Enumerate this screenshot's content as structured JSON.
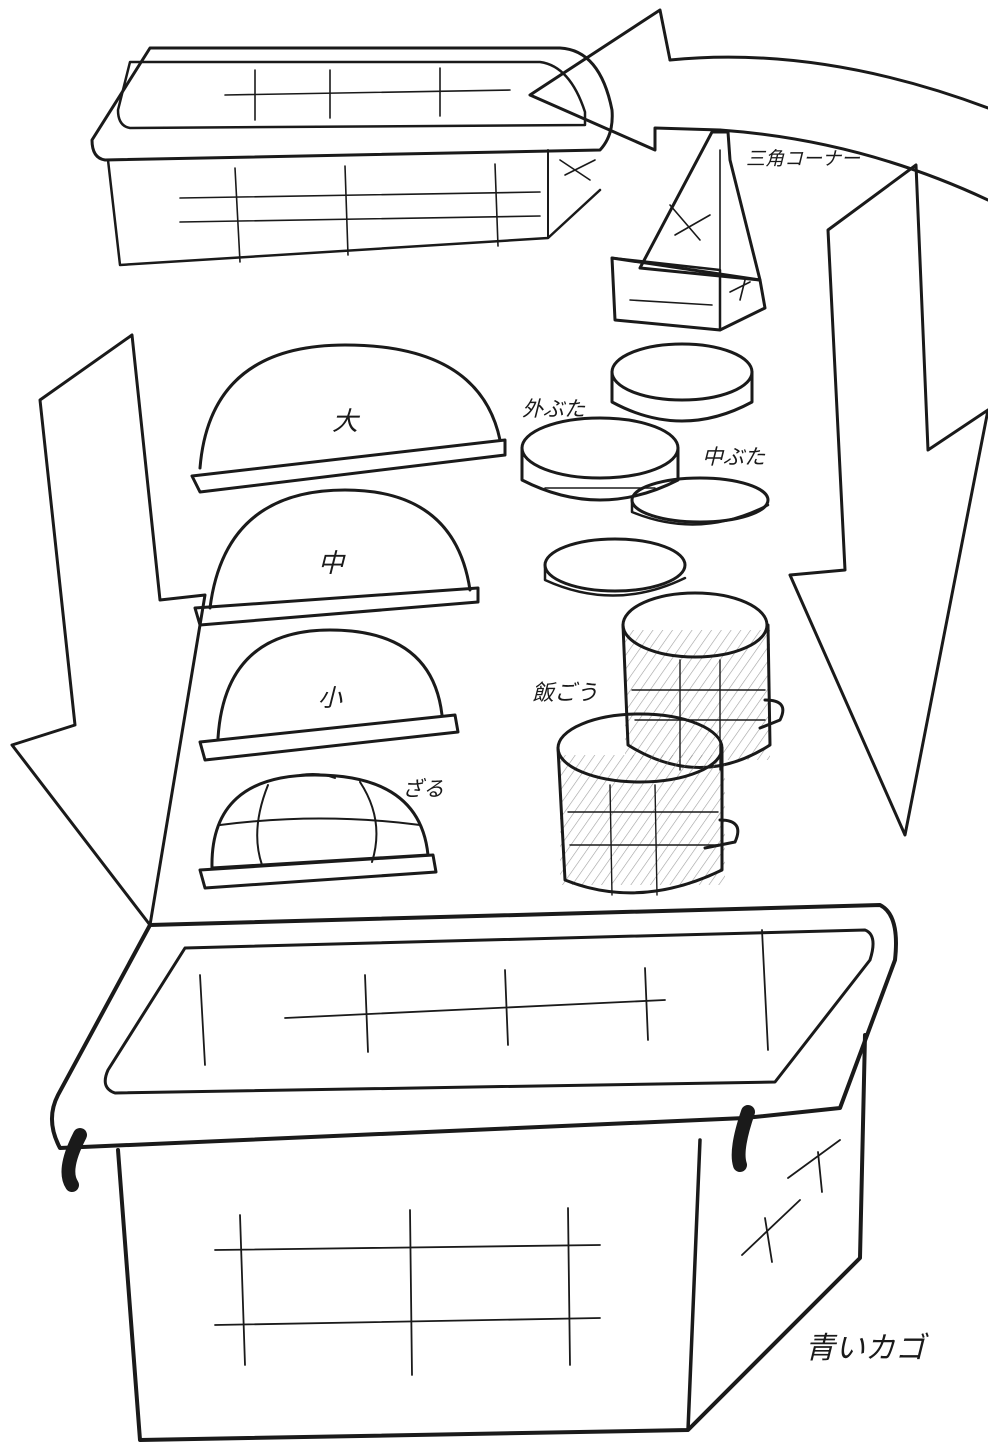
{
  "labels": {
    "sankaku_corner": "三角コーナー",
    "outer_lid": "外ぶた",
    "inner_lid": "中ぶた",
    "bowl_large": "大",
    "bowl_medium": "中",
    "bowl_small": "小",
    "colander": "ざる",
    "rice_pot": "飯ごう",
    "blue_basket": "青いカゴ"
  }
}
